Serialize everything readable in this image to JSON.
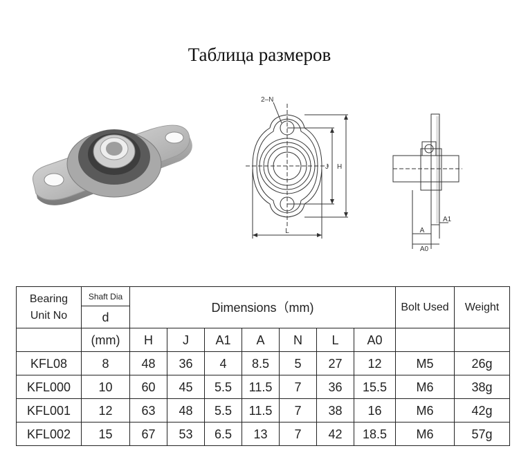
{
  "title": "Таблица размеров",
  "drawing_labels": {
    "two_n": "2–N",
    "j": "J",
    "h": "H",
    "l": "L",
    "a1": "A1",
    "a": "A",
    "a0": "A0"
  },
  "table": {
    "bearing_unit_no_line1": "Bearing",
    "bearing_unit_no_line2": "Unit No",
    "shaft_dia": "Shaft Dia",
    "d": "d",
    "mm": "(mm)",
    "dimensions": "Dimensions（mm)",
    "bolt_used": "Bolt Used",
    "weight": "Weight",
    "dim_columns": [
      "H",
      "J",
      "A1",
      "A",
      "N",
      "L",
      "A0"
    ],
    "rows": [
      {
        "unit": "KFL08",
        "d": "8",
        "dims": [
          "48",
          "36",
          "4",
          "8.5",
          "5",
          "27",
          "12"
        ],
        "bolt": "M5",
        "weight": "26g"
      },
      {
        "unit": "KFL000",
        "d": "10",
        "dims": [
          "60",
          "45",
          "5.5",
          "11.5",
          "7",
          "36",
          "15.5"
        ],
        "bolt": "M6",
        "weight": "38g"
      },
      {
        "unit": "KFL001",
        "d": "12",
        "dims": [
          "63",
          "48",
          "5.5",
          "11.5",
          "7",
          "38",
          "16"
        ],
        "bolt": "M6",
        "weight": "42g"
      },
      {
        "unit": "KFL002",
        "d": "15",
        "dims": [
          "67",
          "53",
          "6.5",
          "13",
          "7",
          "42",
          "18.5"
        ],
        "bolt": "M6",
        "weight": "57g"
      }
    ]
  }
}
